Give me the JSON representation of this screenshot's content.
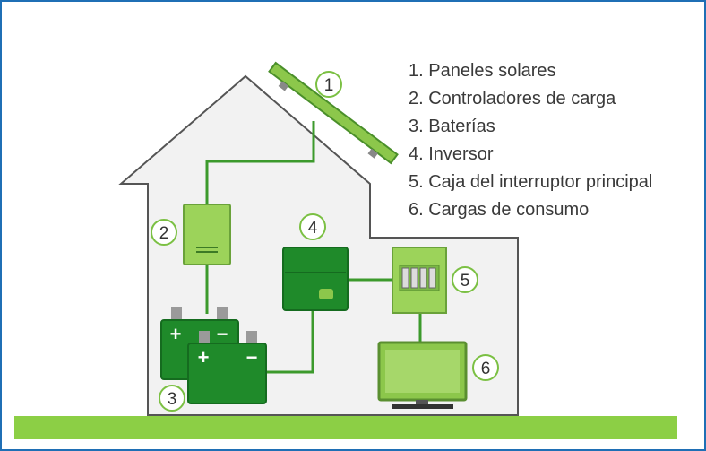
{
  "legend": [
    "1. Paneles solares",
    "2. Controladores de carga",
    "3. Baterías",
    "4. Inversor",
    "5. Caja del interruptor principal",
    "6. Cargas de consumo"
  ],
  "markers": [
    "1",
    "2",
    "3",
    "4",
    "5",
    "6"
  ],
  "battery_signs": {
    "plus": "+",
    "minus": "−"
  },
  "colors": {
    "frame": "#1f6fb5",
    "house_fill": "#f2f2f2",
    "house_stroke": "#555555",
    "wire": "#3c9a2c",
    "ground": "#8ccf45",
    "light_green": "#8cc74b",
    "dark_green": "#1f8a2a",
    "marker_ring": "#7bc043"
  }
}
